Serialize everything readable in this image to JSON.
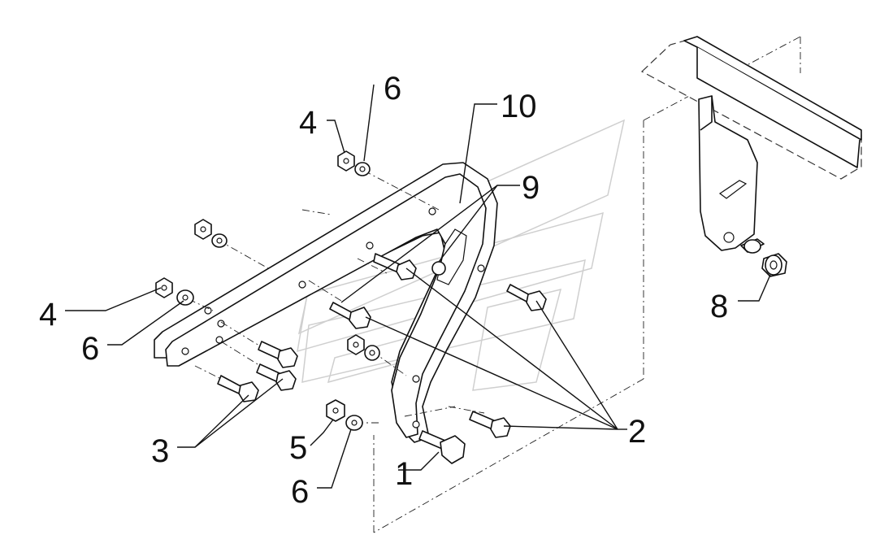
{
  "callouts": [
    {
      "id": "c1",
      "text": "1"
    },
    {
      "id": "c2",
      "text": "2"
    },
    {
      "id": "c3",
      "text": "3"
    },
    {
      "id": "c4a",
      "text": "4"
    },
    {
      "id": "c4b",
      "text": "4"
    },
    {
      "id": "c5",
      "text": "5"
    },
    {
      "id": "c6a",
      "text": "6"
    },
    {
      "id": "c6b",
      "text": "6"
    },
    {
      "id": "c6c",
      "text": "6"
    },
    {
      "id": "c8",
      "text": "8"
    },
    {
      "id": "c9",
      "text": "9"
    },
    {
      "id": "c10",
      "text": "10"
    }
  ]
}
